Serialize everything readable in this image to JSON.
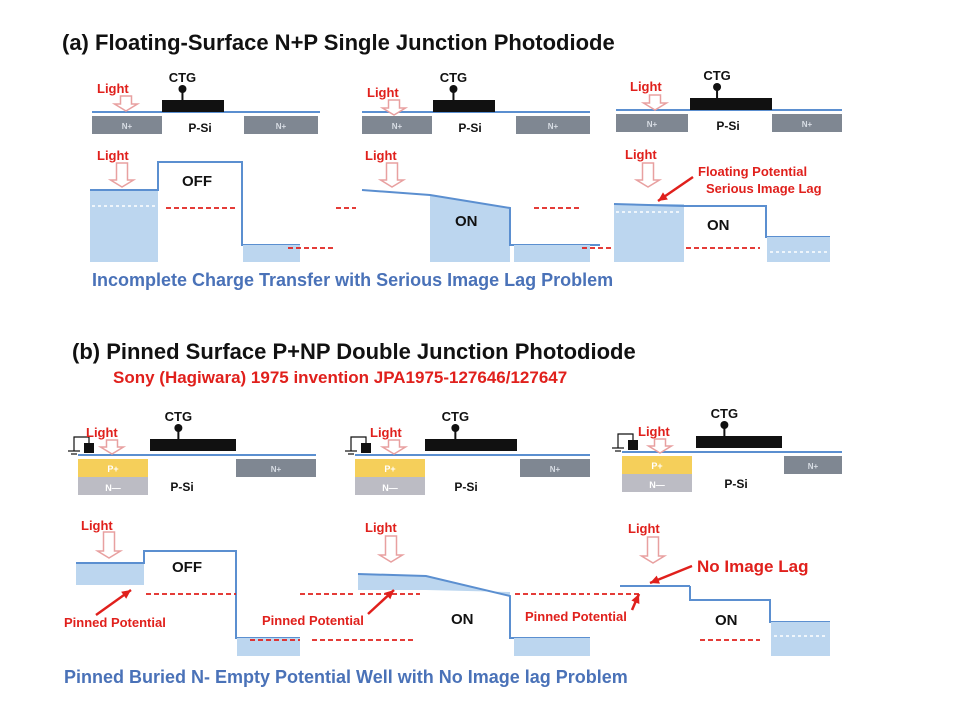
{
  "section_a": {
    "title": "(a) Floating-Surface N+P Single Junction Photodiode",
    "caption": "Incomplete Charge Transfer with Serious Image Lag Problem",
    "lag_note_line1": "Floating Potential",
    "lag_note_line2": "Serious Image Lag"
  },
  "section_b": {
    "title": "(b) Pinned Surface P+NP Double Junction Photodiode",
    "subtitle": "Sony (Hagiwara) 1975 invention JPA1975-127646/127647",
    "caption": "Pinned Buried N- Empty Potential Well with No Image lag Problem",
    "no_lag_note": "No Image Lag",
    "pinned_label": "Pinned Potential"
  },
  "labels": {
    "gate": "CTG",
    "light": "Light",
    "substrate": "P-Si",
    "n_plus": "N+",
    "p_plus": "P+",
    "n_minus": "N—",
    "off": "OFF",
    "on": "ON"
  },
  "colors": {
    "red": "#e0201c",
    "blue_text": "#4a72b8",
    "outline": "#5b8fd0",
    "well_fill": "#bcd6ef",
    "n_plus_fill": "#7f8792",
    "p_plus_fill": "#f5cf5a",
    "n_minus_fill": "#bcbcc4",
    "gate_fill": "#111111"
  }
}
